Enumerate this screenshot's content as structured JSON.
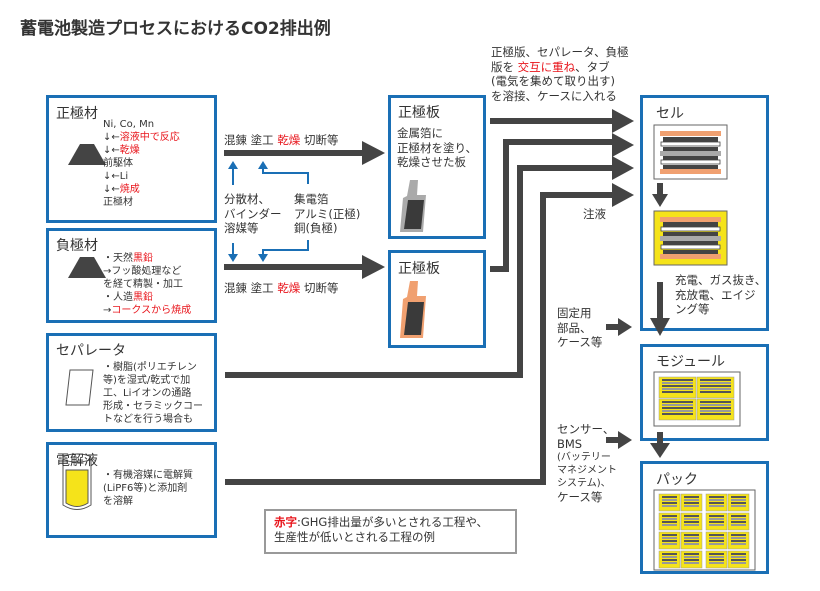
{
  "title": "蓄電池製造プロセスにおけるCO2排出例",
  "materials": {
    "cathode": {
      "label": "正極材",
      "lines": [
        "Ni, Co, Mn",
        "↓←",
        "溶液中で反応",
        "↓←",
        "乾燥",
        "前駆体",
        "↓←Li",
        "↓←",
        "焼成",
        "正極材"
      ]
    },
    "anode": {
      "label": "負極材",
      "lines": [
        "・天然",
        "黒鉛",
        "→フッ酸処理など",
        "を経て精製・加工",
        "・人造",
        "黒鉛",
        "→",
        "コークスから焼成"
      ]
    },
    "separator": {
      "label": "セパレータ",
      "lines": [
        "・樹脂(ポリエチレン",
        "等)を湿式/乾式で加",
        "工、Liイオンの通路",
        "形成・セラミックコー",
        "トなどを行う場合も"
      ]
    },
    "electrolyte": {
      "label": "電解液",
      "lines": [
        "・有機溶媒に電解質",
        "(LiPF6等)と添加剤",
        "を溶解"
      ]
    }
  },
  "process": {
    "steps": [
      "混錬",
      "塗工",
      "乾燥",
      "切断等"
    ],
    "additives": [
      "分散材、",
      "バインダー",
      "溶媒等"
    ],
    "foil": [
      "集電箔",
      "アルミ(正極)",
      "銅(負極)"
    ]
  },
  "electrodes": {
    "top": {
      "label": "正極板",
      "desc": [
        "金属箔に",
        "正極材を塗り、",
        "乾燥させた板"
      ]
    },
    "bottom": {
      "label": "正極板"
    }
  },
  "stacking": [
    "正極版、セパレータ、負極",
    "版を",
    "交互に重ね",
    "、タブ",
    "(電気を集めて取り出す)",
    "を溶接、ケースに入れる"
  ],
  "injection": "注液",
  "cell": {
    "label": "セル",
    "steps": [
      "充電、ガス抜き、",
      "充放電、エイジ",
      "ング等"
    ]
  },
  "fixing": [
    "固定用",
    "部品、",
    "ケース等"
  ],
  "module": {
    "label": "モジュール"
  },
  "bms": [
    "センサー、",
    "BMS",
    "(バッテリー",
    "マネジメント",
    "システム)、",
    "ケース等"
  ],
  "pack": {
    "label": "パック"
  },
  "note": {
    "red": "赤字",
    "text1": ":GHG排出量が多いとされる工程や、",
    "text2": "生産性が低いとされる工程の例"
  },
  "colors": {
    "frame": "#1a6fb5",
    "arrow": "#444444",
    "red": "#e8141b",
    "accent_blue": "#1a6fb5",
    "yellow": "#f5e31a",
    "salmon": "#f0a070"
  }
}
